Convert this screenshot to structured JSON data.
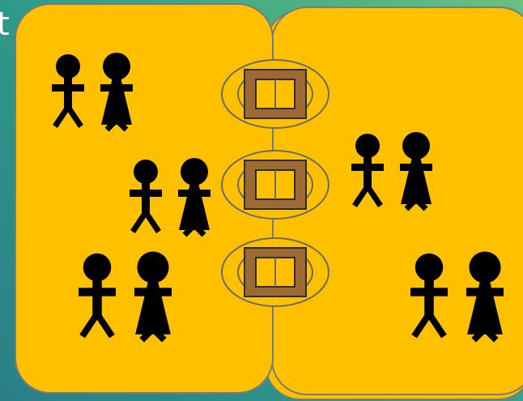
{
  "header": {
    "cut_text": "t"
  },
  "colors": {
    "background_start": "#2a7f86",
    "background_end": "#6cc080",
    "room_fill": "#ffc000",
    "room_border": "#7a7a7a",
    "figure": "#000000",
    "portal_ring": "#ffc000",
    "portal_outline": "#6b6b6b",
    "frame_fill": "#9c6a32",
    "frame_outline": "#2b2b2b",
    "frame_inner": "#ffc000"
  },
  "diagram": {
    "rooms": [
      {
        "name": "left-room"
      },
      {
        "name": "right-room"
      }
    ],
    "couples": [
      {
        "room": "left-room",
        "label": "couple-1"
      },
      {
        "room": "left-room",
        "label": "couple-2"
      },
      {
        "room": "left-room",
        "label": "couple-3"
      },
      {
        "room": "right-room",
        "label": "couple-4"
      },
      {
        "room": "right-room",
        "label": "couple-5"
      }
    ],
    "portals": [
      {
        "label": "portal-1"
      },
      {
        "label": "portal-2"
      },
      {
        "label": "portal-3"
      }
    ]
  }
}
